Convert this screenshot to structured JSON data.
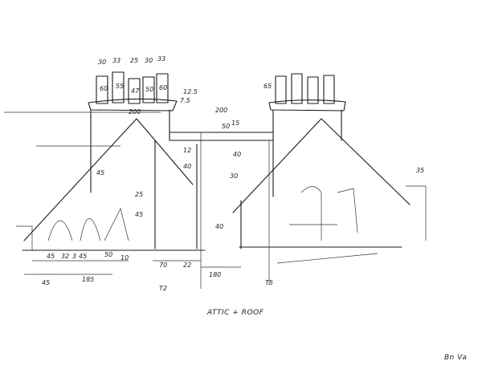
{
  "drawing": {
    "title": "ATTIC + ROOF",
    "signature": "Bn Va",
    "chimney_widths": [
      "30",
      "33",
      "25",
      "30",
      "33"
    ],
    "chimney_heights": [
      "60",
      "55",
      "47",
      "50",
      "60"
    ],
    "chimney_right_label": "65",
    "cap_dims": [
      "12.5",
      "7.5"
    ],
    "span_label": "200",
    "span_top": "200",
    "bottom_dims_row1": [
      "45",
      "32",
      "3",
      "45",
      "50",
      "10"
    ],
    "bottom_dims_row2": [
      "45",
      "185"
    ],
    "middle_dims": [
      "70",
      "22",
      "180"
    ],
    "section_marks": [
      "T2",
      "T5"
    ],
    "right_dim": "35",
    "interior_dims": [
      "40",
      "12",
      "30",
      "50",
      "40",
      "45",
      "25",
      "45",
      "15",
      "40"
    ]
  }
}
